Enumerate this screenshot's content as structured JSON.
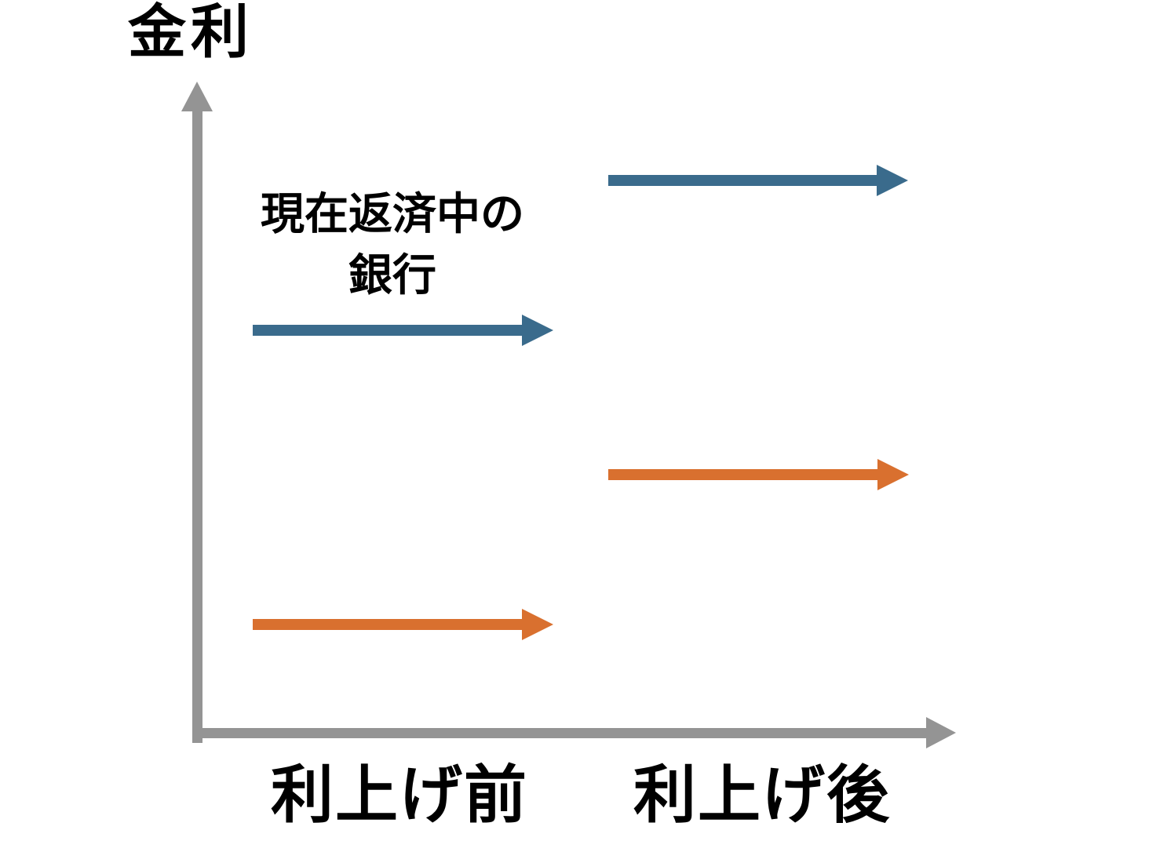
{
  "title": "金利",
  "annotation": {
    "line1": "現在返済中の",
    "line2": "銀行"
  },
  "x_axis": {
    "label_before": "利上げ前",
    "label_after": "利上げ後"
  },
  "colors": {
    "axis": "#949494",
    "blue": "#3A6B8C",
    "orange": "#D9702F",
    "text": "#000000",
    "bg": "#FFFFFF"
  },
  "arrows": [
    {
      "id": "blue-before",
      "color_role": "blue",
      "column": "利上げ前",
      "level": "middle",
      "series_label": "現在返済中の銀行"
    },
    {
      "id": "blue-after",
      "color_role": "blue",
      "column": "利上げ後",
      "level": "high",
      "series_label": "現在返済中の銀行"
    },
    {
      "id": "orange-before",
      "color_role": "orange",
      "column": "利上げ前",
      "level": "low",
      "series_label": ""
    },
    {
      "id": "orange-after",
      "color_role": "orange",
      "column": "利上げ後",
      "level": "middle-low",
      "series_label": ""
    }
  ]
}
